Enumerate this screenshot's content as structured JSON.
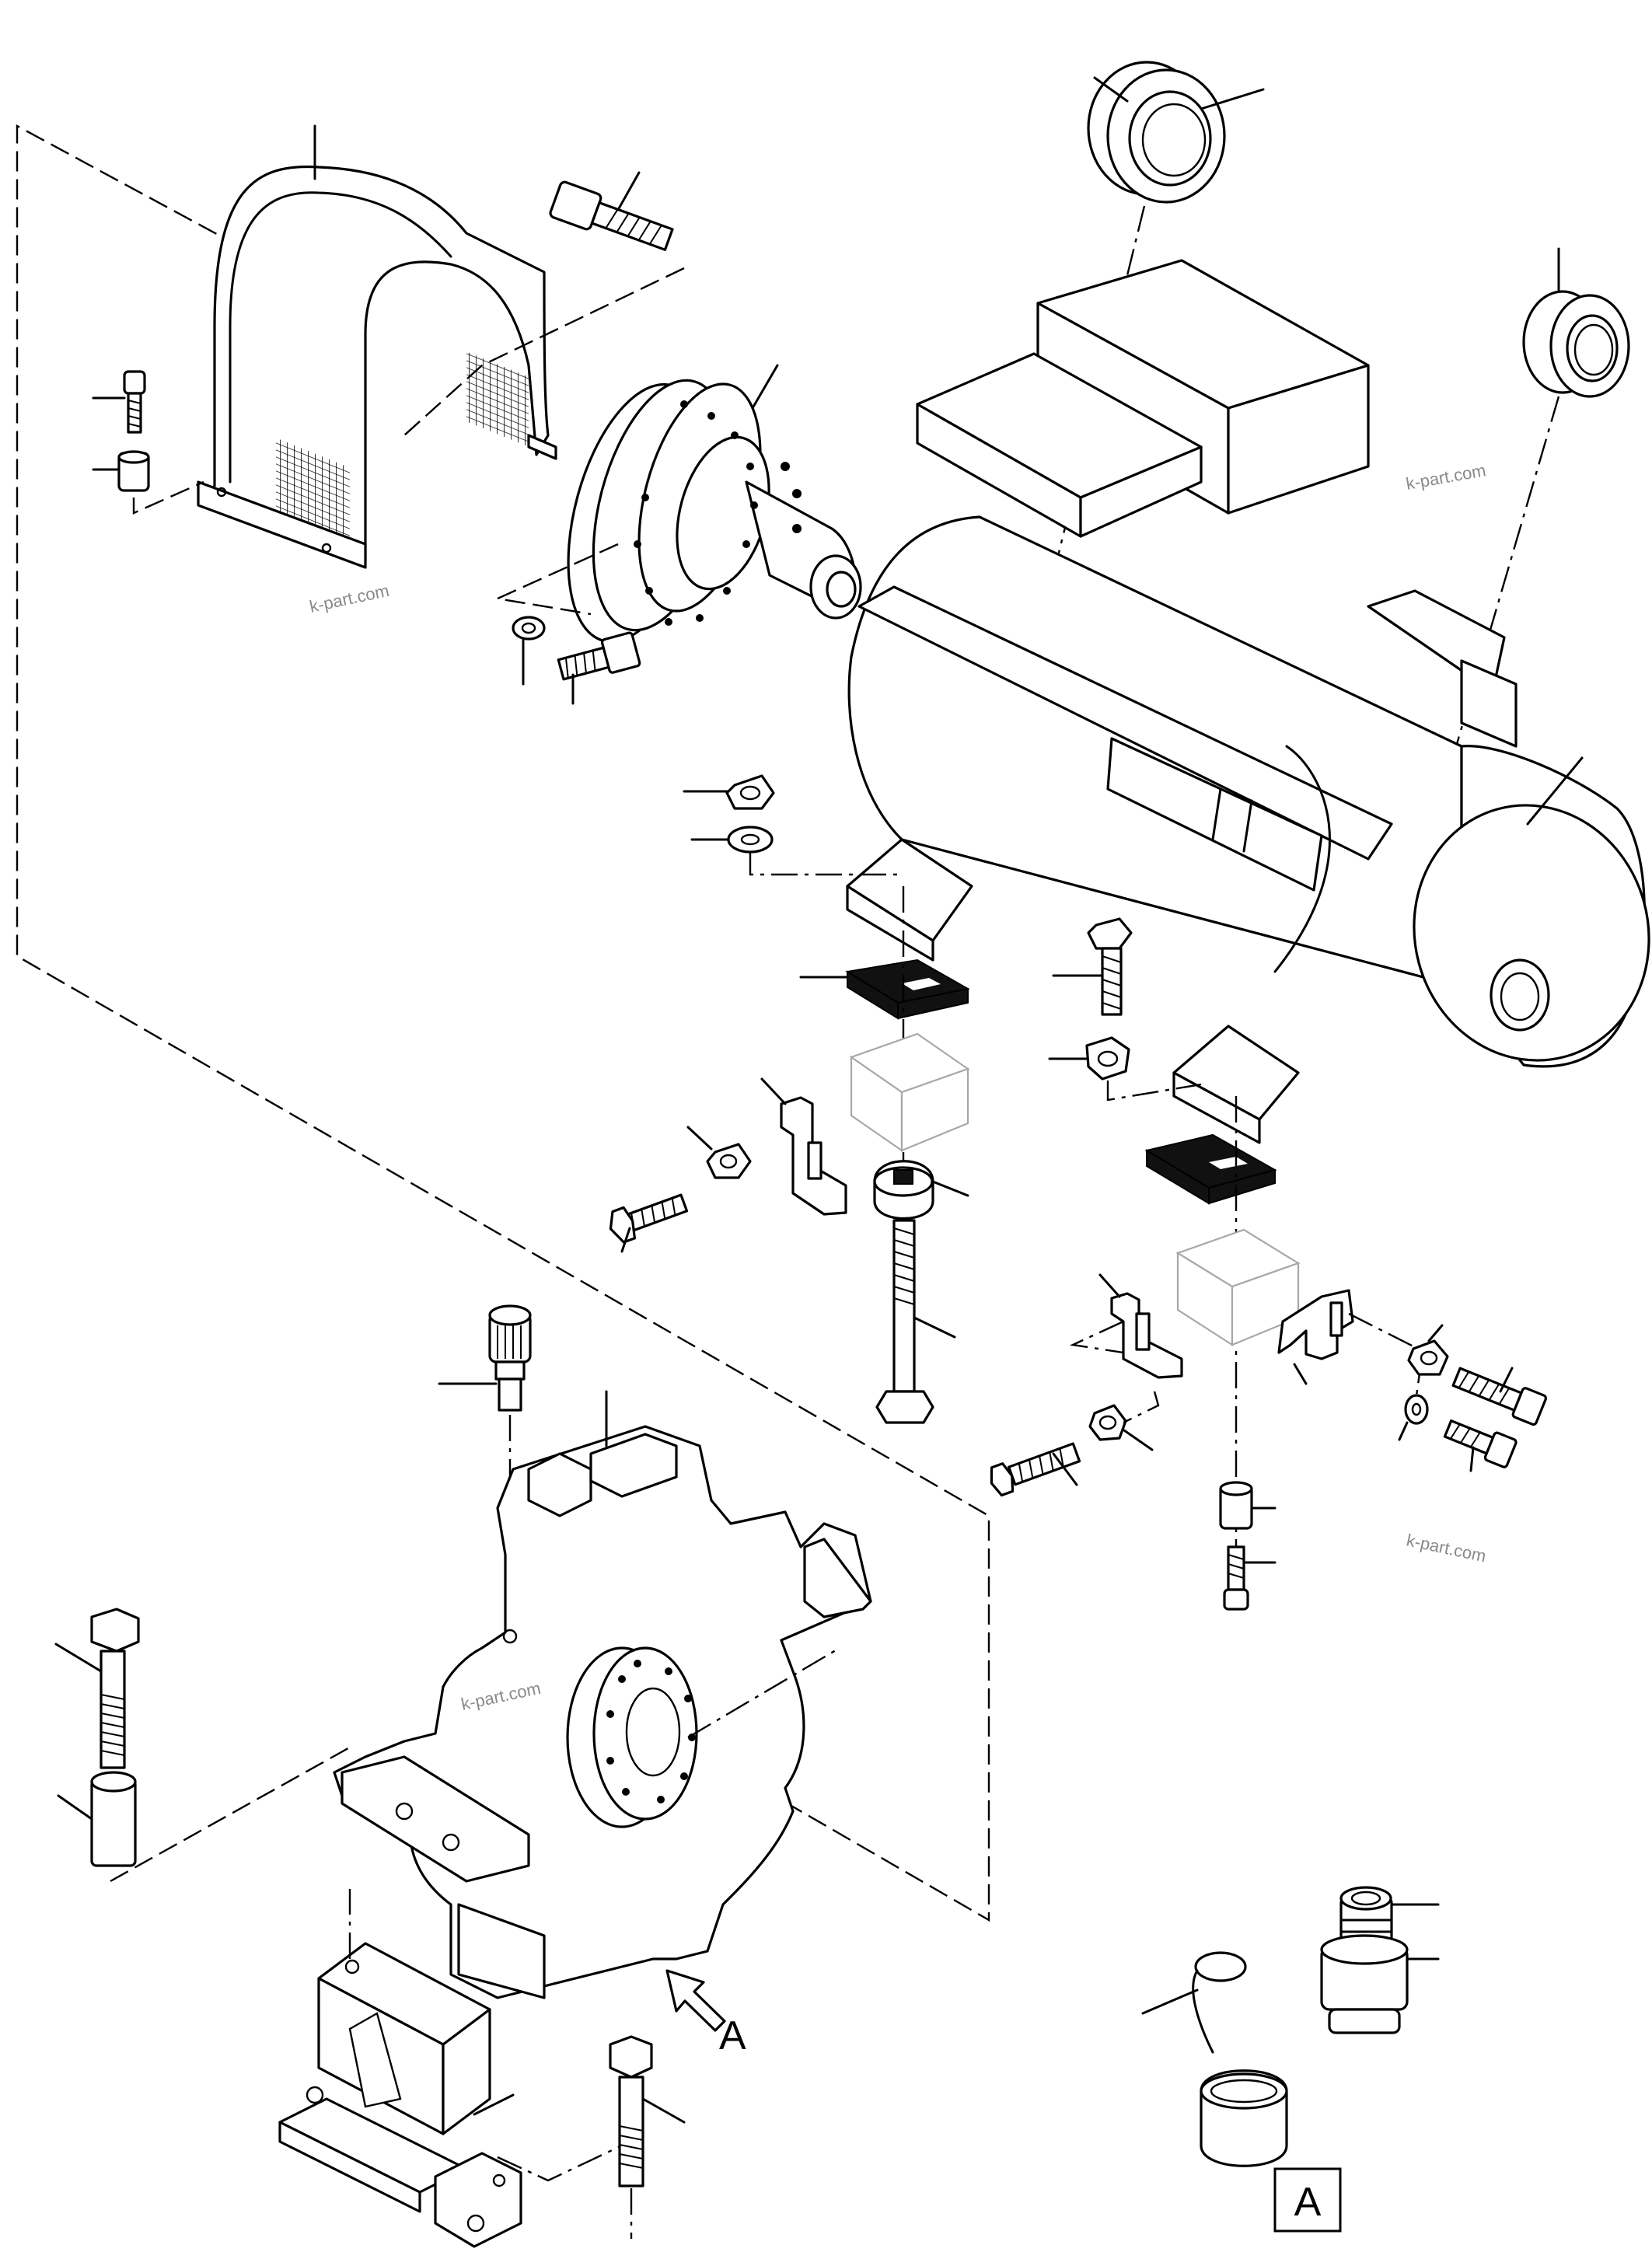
{
  "watermarks": [
    "k-part.com",
    "k-part.com",
    "k-part.com",
    "k-part.com"
  ],
  "view_marker": "A",
  "detail_label": "A"
}
